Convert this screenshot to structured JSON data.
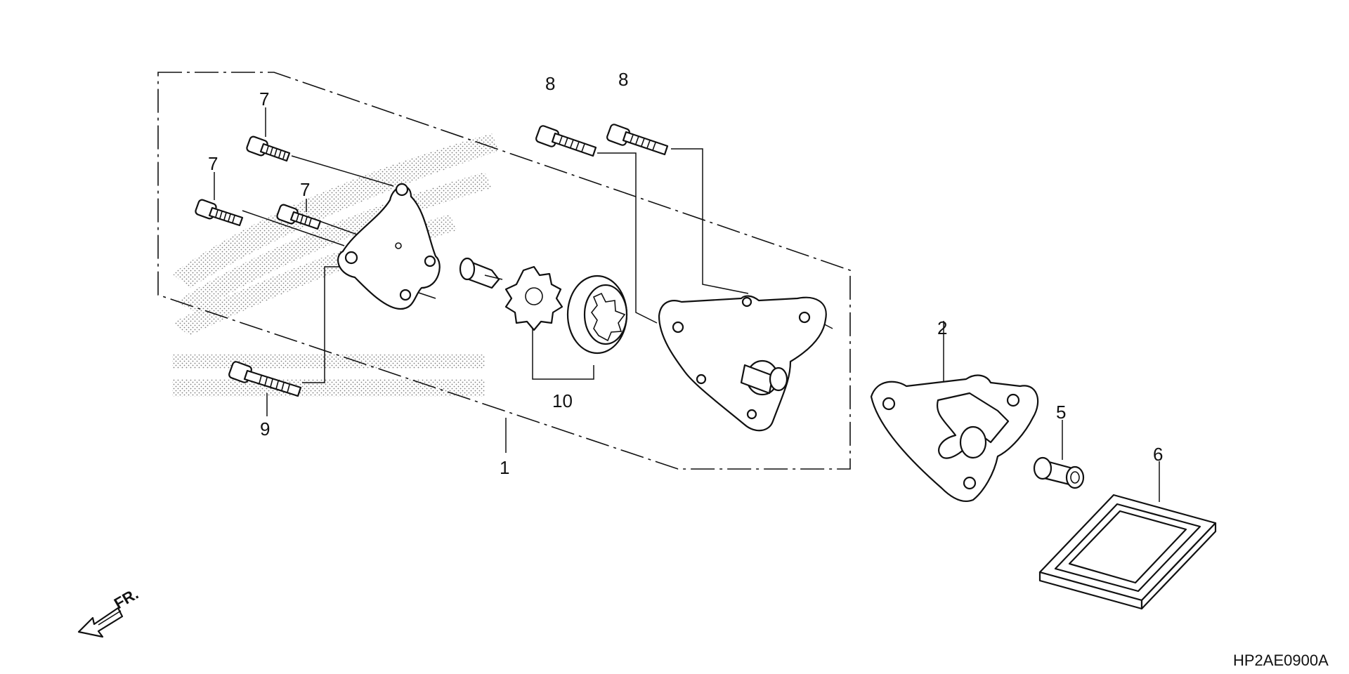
{
  "diagram": {
    "callouts": {
      "c1": "1",
      "c2": "2",
      "c5": "5",
      "c6": "6",
      "c7a": "7",
      "c7b": "7",
      "c7c": "7",
      "c8a": "8",
      "c8b": "8",
      "c9": "9",
      "c10": "10"
    },
    "front_marker": "FR.",
    "diagram_code": "HP2AE0900A"
  }
}
